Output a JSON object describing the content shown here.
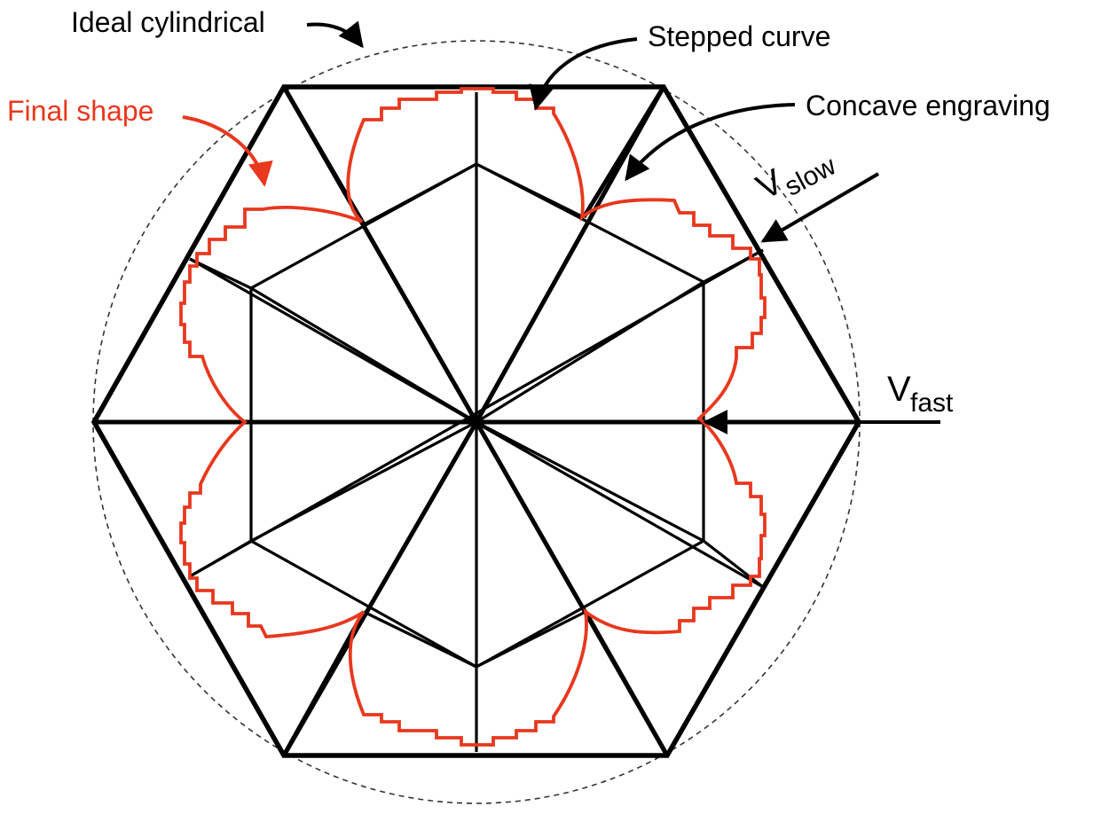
{
  "labels": {
    "ideal_cylindrical": "Ideal cylindrical",
    "stepped_curve": "Stepped curve",
    "concave_engraving": "Concave engraving",
    "final_shape": "Final shape",
    "v_slow_main": "V",
    "v_slow_sub": "slow",
    "v_fast_main": "V",
    "v_fast_sub": "fast"
  },
  "colors": {
    "final_shape": "#e8381e",
    "lines": "#000000",
    "circle": "#333333"
  }
}
